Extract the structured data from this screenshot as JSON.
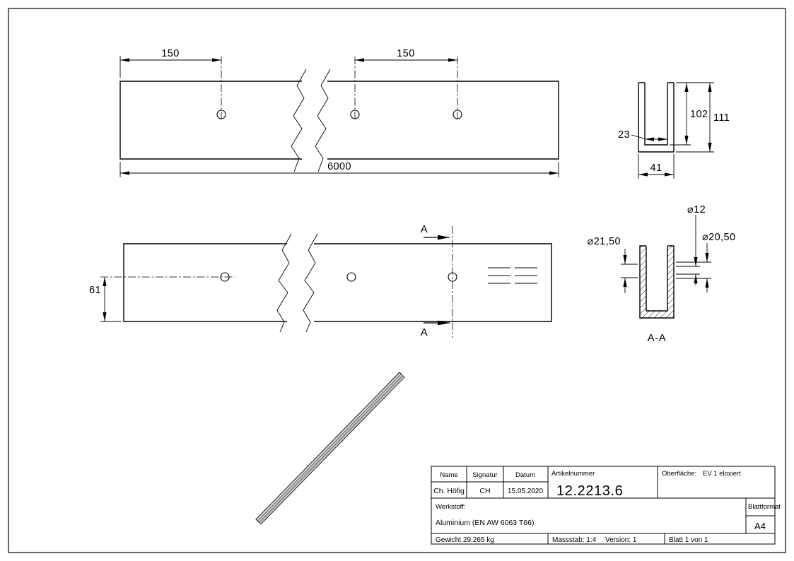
{
  "views": {
    "top_view": {
      "dim_150_left": "150",
      "dim_150_right": "150",
      "dim_6000": "6000"
    },
    "profile_section": {
      "dim_23": "23",
      "dim_102": "102",
      "dim_111": "111",
      "dim_41": "41"
    },
    "front_view": {
      "dim_61": "61",
      "section_letter": "A"
    },
    "section_aa": {
      "dia_outer": "⌀21,50",
      "dia_hole": "⌀12",
      "dia_inner": "⌀20,50",
      "label": "A-A"
    }
  },
  "title_block": {
    "name_header": "Name",
    "signatur_header": "Signatur",
    "datum_header": "Datum",
    "artikelnummer_label": "Artikelnummer",
    "name_value": "Ch. Höfig",
    "signatur_value": "CH",
    "datum_value": "15.05.2020",
    "artikelnummer_value": "12.2213.6",
    "oberflaeche_label": "Oberfläche:",
    "oberflaeche_value": "EV 1 eloxiert",
    "werkstoff_label": "Werkstoff:",
    "werkstoff_value": "Aluminium (EN AW 6063 T66)",
    "blattformat_label": "Blattformat",
    "blattformat_value": "A4",
    "gewicht": "Gewicht 29.265 kg",
    "massstab": "Massstab: 1:4",
    "version": "Version: 1",
    "blatt": "Blatt 1 von 1"
  }
}
